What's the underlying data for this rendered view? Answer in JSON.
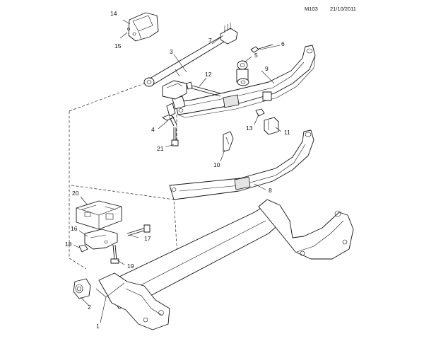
{
  "header": {
    "code": "M103",
    "date": "21/10/2011"
  },
  "callouts": [
    "14",
    "15",
    "7",
    "6",
    "3",
    "5",
    "9",
    "12",
    "4",
    "13",
    "11",
    "21",
    "10",
    "8",
    "20",
    "16",
    "17",
    "18",
    "19",
    "2",
    "1"
  ]
}
